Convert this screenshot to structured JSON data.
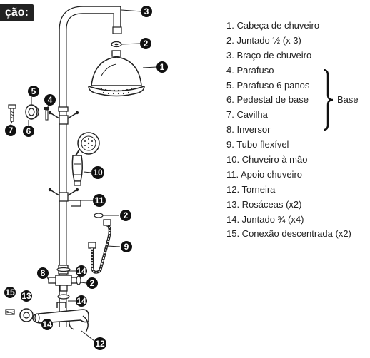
{
  "header": {
    "title": "ção:"
  },
  "markers": {
    "m1": "1",
    "m2a": "2",
    "m2b": "2",
    "m2c": "2",
    "m3": "3",
    "m4": "4",
    "m5": "5",
    "m6": "6",
    "m7": "7",
    "m8": "8",
    "m9": "9",
    "m10": "10",
    "m11": "11",
    "m12": "12",
    "m13": "13",
    "m14a": "14",
    "m14b": "14",
    "m14c": "14",
    "m15": "15"
  },
  "parts_list": [
    "1. Cabeça de chuveiro",
    "2. Juntado ½ (x 3)",
    "3. Braço de chuveiro",
    "4. Parafuso",
    "5. Parafuso 6 panos",
    "6. Pedestal de base",
    "7. Cavilha",
    "8. Inversor",
    "9. Tubo flexível",
    "10. Chuveiro à mão",
    "11. Apoio chuveiro",
    "12. Torneira",
    "13. Rosáceas (x2)",
    "14. Juntado ¾ (x4)",
    "15. Conexão descentrada (x2)"
  ],
  "base_group_label": "Base"
}
